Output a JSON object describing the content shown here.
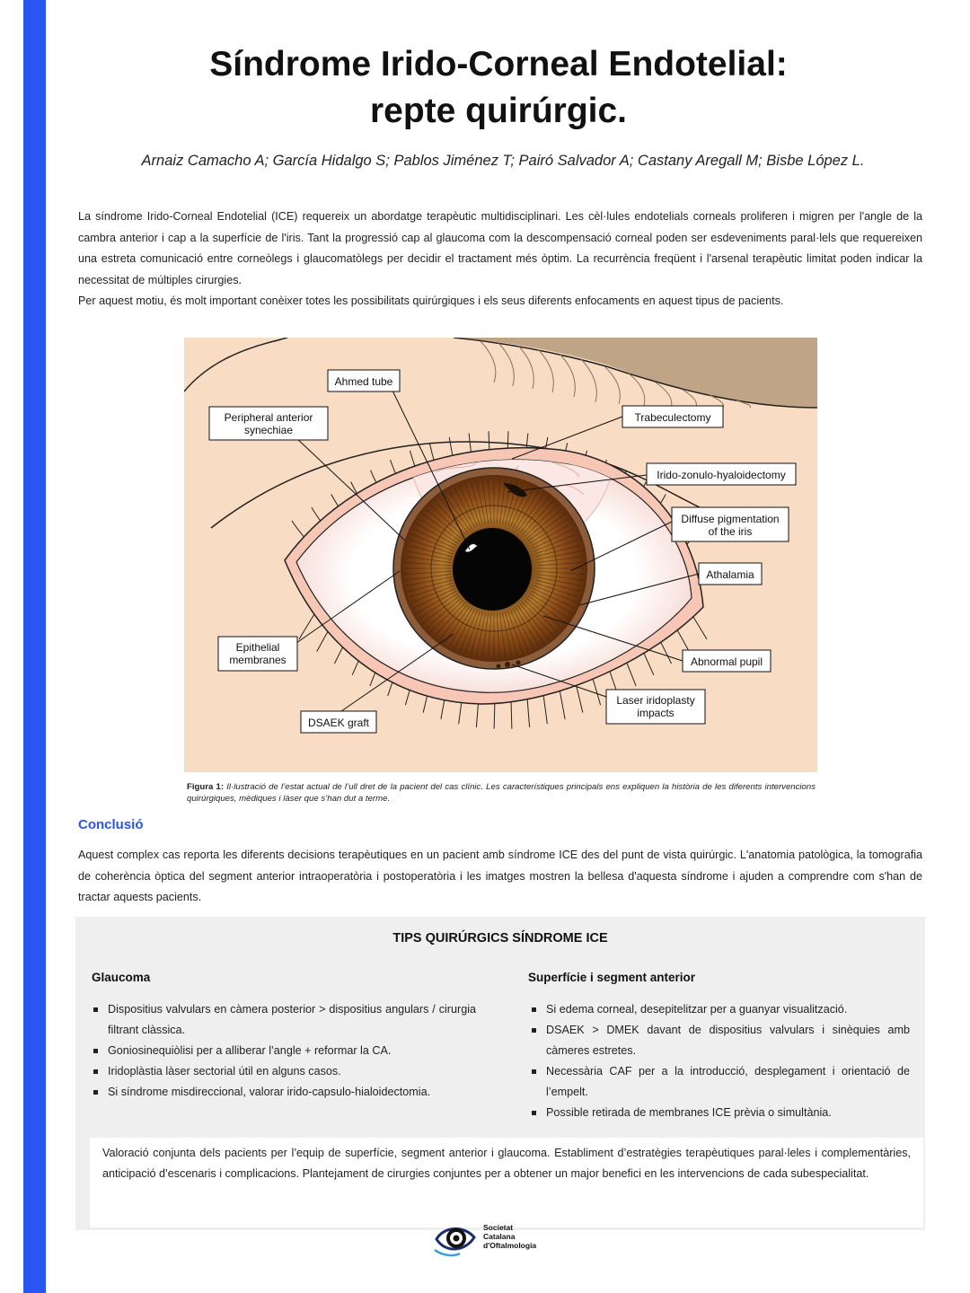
{
  "title_line1": "Síndrome Irido-Corneal Endotelial:",
  "title_line2": "repte quirúrgic.",
  "authors": "Arnaiz Camacho A; García Hidalgo S; Pablos Jiménez T; Pairó Salvador A; Castany Aregall M; Bisbe López L.",
  "intro_p1": "La síndrome Irido-Corneal Endotelial (ICE) requereix un abordatge terapèutic multidisciplinari. Les cèl·lules endotelials corneals proliferen i migren per l'angle de la cambra anterior i cap a la superfície de l'iris. Tant la progressió cap al glaucoma com la descompensació corneal poden ser esdeveniments paral·lels que requereixen una estreta comunicació entre corneòlegs i glaucomatòlegs per decidir el tractament més òptim. La recurrència freqüent i l'arsenal terapèutic limitat poden indicar la necessitat de múltiples cirurgies.",
  "intro_p2": "Per aquest motiu, és molt important conèixer totes les possibilitats quirúrgiques i els seus diferents enfocaments en aquest tipus de pacients.",
  "figure": {
    "labels": {
      "ahmed_tube": "Ahmed tube",
      "pas_line1": "Peripheral anterior",
      "pas_line2": "synechiae",
      "trabeculectomy": "Trabeculectomy",
      "izh": "Irido-zonulo-hyaloidectomy",
      "diffuse_line1": "Diffuse pigmentation",
      "diffuse_line2": "of the iris",
      "athalamia": "Athalamia",
      "epithelial_line1": "Epithelial",
      "epithelial_line2": "membranes",
      "abnormal_pupil": "Abnormal pupil",
      "laser_line1": "Laser iridoplasty",
      "laser_line2": "impacts",
      "dsaek": "DSAEK graft"
    },
    "caption_label": "Figura 1:",
    "caption_text": "Il·lustració de l’estat actual de l’ull dret de la pacient del cas clínic. Les característiques principals ens expliquen la història de les diferents intervencions quirúrgiques, mèdiques i làser que s’han dut a terme."
  },
  "conclusion": {
    "heading": "Conclusió",
    "text": "Aquest complex cas reporta les diferents decisions terapèutiques en un pacient amb síndrome ICE des del punt de vista quirúrgic. L'anatomia patològica, la tomografia de coherència òptica del segment anterior intraoperatòria i postoperatòria i les imatges mostren la bellesa d'aquesta síndrome i ajuden a comprendre com s'han de tractar aquests pacients."
  },
  "tips": {
    "title": "TIPS QUIRÚRGICS SÍNDROME ICE",
    "glaucoma_heading": "Glaucoma",
    "glaucoma_items": [
      "Dispositius valvulars en càmera posterior > dispositius angulars / cirurgia filtrant clàssica.",
      "Goniosinequiòlisi per a alliberar l’angle + reformar la CA.",
      "Iridoplàstia làser sectorial útil en alguns casos.",
      "Si síndrome misdireccional, valorar irido-capsulo-hialoidectomia."
    ],
    "surface_heading": "Superfície i segment anterior",
    "surface_items": [
      "Si edema corneal, desepitelitzar per a guanyar visualització.",
      "DSAEK > DMEK davant de dispositius valvulars i sinèquies amb càmeres estretes.",
      "Necessària CAF per a la introducció, desplegament i orientació de l’empelt.",
      "Possible retirada de membranes ICE prèvia o simultània."
    ],
    "summary": "Valoració conjunta dels pacients per l’equip de superfície, segment anterior i glaucoma. Establiment d’estratègies terapèutiques paral·leles i complementàries, anticipació d’escenaris i complicacions. Plantejament de cirurgies conjuntes per a obtener un major benefici en les intervencions de cada subespecialitat."
  },
  "logo": {
    "line1": "Societat",
    "line2": "Catalana",
    "line3": "d'Oftalmologia"
  },
  "colors": {
    "accent_blue": "#2a55f0",
    "skin": "#f8dcc3",
    "iris_brown": "#8a4a18",
    "eyebrow": "#bfa586",
    "tips_background": "#efefef"
  }
}
